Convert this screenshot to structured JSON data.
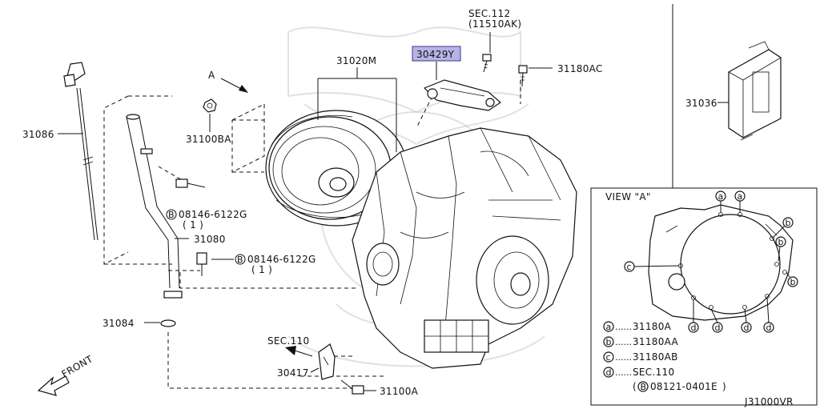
{
  "labels": {
    "sec112": "SEC.112",
    "sec112_sub": "(11510AK)",
    "p30429Y": "30429Y",
    "p31180AC": "31180AC",
    "p31020M": "31020M",
    "arrowA": "A",
    "p31100BA": "31100BA",
    "p31086": "31086",
    "p08146a": "08146-6122G",
    "p08146a_qty": "( 1 )",
    "p31080": "31080",
    "p08146b": "08146-6122G",
    "p08146b_qty": "( 1 )",
    "p31084": "31084",
    "sec110": "SEC.110",
    "p30417": "30417",
    "p31100A": "31100A",
    "front": "FRONT",
    "p31036": "31036",
    "bolt_b": "B",
    "diagram_code": "J31000VR"
  },
  "view_a": {
    "title": "VIEW \"A\"",
    "marker_letters": [
      "a",
      "b",
      "c",
      "d"
    ],
    "legend": [
      {
        "key": "a",
        "text": "31180A"
      },
      {
        "key": "b",
        "text": "31180AA"
      },
      {
        "key": "c",
        "text": "31180AB"
      },
      {
        "key": "d",
        "text": "SEC.110"
      }
    ],
    "legend_sub": "08121-0401E",
    "legend_sub_prefix": "B"
  },
  "colors": {
    "highlight": "#b7b3e6",
    "line": "#111111"
  },
  "icons": [
    "front-arrow-icon",
    "view-a-arrow-icon",
    "bolt-icon",
    "circle-b-icon"
  ]
}
